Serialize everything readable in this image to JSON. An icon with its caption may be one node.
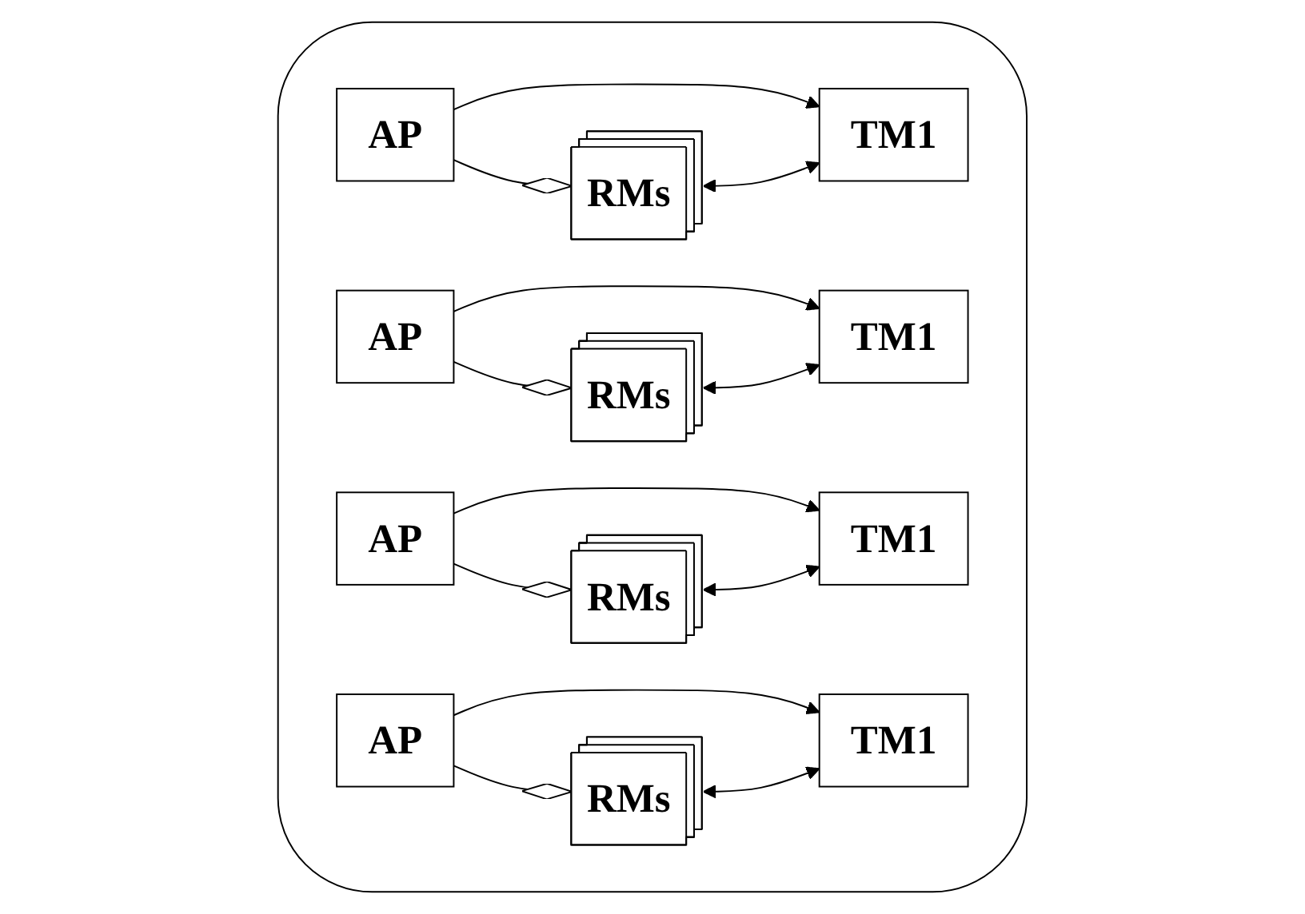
{
  "diagram": {
    "nodes": [
      {
        "text": [],
        "shape": "box"
      },
      {
        "text": [
          "AP"
        ],
        "in": 0
      },
      {
        "text": [
          "RMs"
        ],
        "in": 0
      },
      {
        "text": [
          "TM1"
        ],
        "in": 0
      },
      {
        "text": [
          "AP"
        ],
        "in": 0
      },
      {
        "text": [
          "RMs"
        ],
        "in": 0
      },
      {
        "text": [
          "TM1"
        ],
        "in": 0
      },
      {
        "text": [
          "AP"
        ],
        "in": 0
      },
      {
        "text": [
          "RMs"
        ],
        "in": 0
      },
      {
        "text": [
          "TM1"
        ],
        "in": 0
      },
      {
        "text": [
          "AP"
        ],
        "in": 0
      },
      {
        "text": [
          "RMs"
        ],
        "in": 0
      },
      {
        "text": [
          "TM1"
        ],
        "in": 0
      }
    ],
    "edges": [
      {
        "from": 1,
        "to": 2,
        "arrow": "other"
      },
      {
        "from": 1,
        "to": 3,
        "arrow": "to"
      },
      {
        "from": 2,
        "to": 3,
        "arrow": "both"
      },
      {
        "from": 4,
        "to": 5,
        "arrow": "other"
      },
      {
        "from": 4,
        "to": 6,
        "arrow": "to"
      },
      {
        "from": 5,
        "to": 6,
        "arrow": "both"
      },
      {
        "from": 7,
        "to": 8,
        "arrow": "other"
      },
      {
        "from": 7,
        "to": 9,
        "arrow": "to"
      },
      {
        "from": 8,
        "to": 9,
        "arrow": "both"
      },
      {
        "from": 10,
        "to": 11,
        "arrow": "other"
      },
      {
        "from": 10,
        "to": 12,
        "arrow": "to"
      },
      {
        "from": 11,
        "to": 12,
        "arrow": "both"
      }
    ]
  }
}
